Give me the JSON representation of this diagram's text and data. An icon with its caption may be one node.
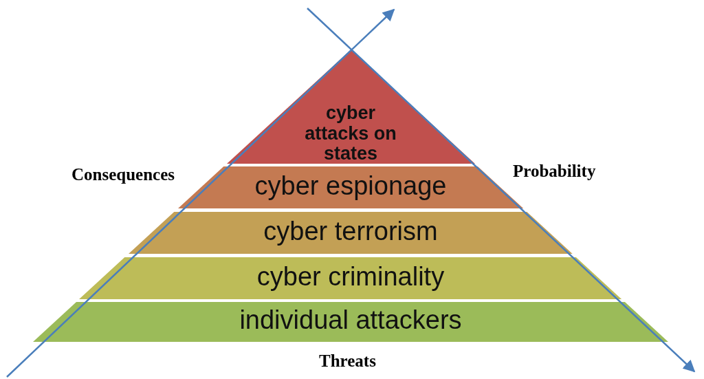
{
  "diagram": {
    "nodes": [
      {
        "text": [
          "cyber attacks on states"
        ]
      },
      {
        "text": [
          "cyber espionage"
        ]
      },
      {
        "text": [
          "cyber terrorism"
        ]
      },
      {
        "text": [
          "cyber criminality"
        ]
      },
      {
        "text": [
          "individual attackers"
        ]
      }
    ],
    "labels": [
      "Consequences",
      "Probability",
      "Threats"
    ]
  }
}
